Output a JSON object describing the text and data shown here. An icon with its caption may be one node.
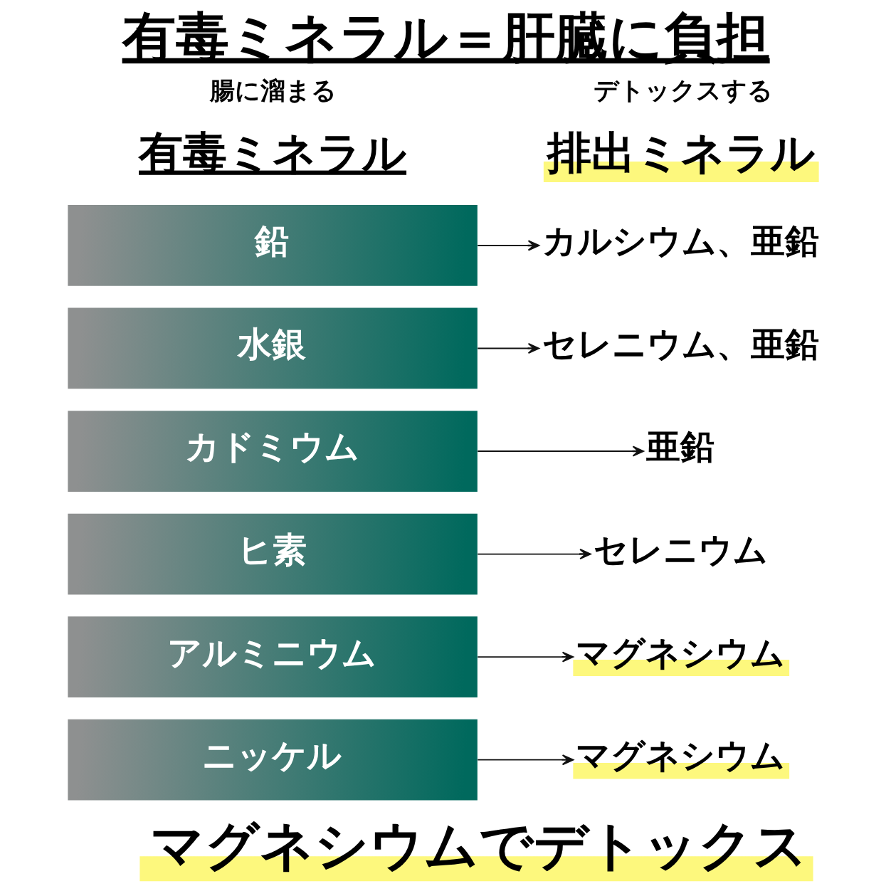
{
  "diagram": {
    "title": "有毒ミネラル＝肝臓に負担",
    "caption": "マグネシウムでデトックス",
    "nodes": [
      {
        "text": [
          "鉛"
        ]
      },
      {
        "text": [
          "カルシウム、亜鉛"
        ]
      },
      {
        "text": [
          "水銀"
        ]
      },
      {
        "text": [
          "セレニウム、亜鉛"
        ]
      },
      {
        "text": [
          "カドミウム"
        ]
      },
      {
        "text": [
          "亜鉛"
        ]
      },
      {
        "text": [
          "ヒ素"
        ]
      },
      {
        "text": [
          "セレニウム"
        ]
      },
      {
        "text": [
          "アルミニウム"
        ]
      },
      {
        "text": [
          "マグネシウム"
        ]
      },
      {
        "text": [
          "ニッケル"
        ]
      },
      {
        "text": [
          "マグネシウム"
        ]
      }
    ],
    "edges": [
      {
        "from": 0,
        "to": 1,
        "arrow": "to"
      },
      {
        "from": 2,
        "to": 3,
        "arrow": "to"
      },
      {
        "from": 4,
        "to": 5,
        "arrow": "to"
      },
      {
        "from": 6,
        "to": 7,
        "arrow": "to"
      },
      {
        "from": 8,
        "to": 9,
        "arrow": "to"
      },
      {
        "from": 10,
        "to": 11,
        "arrow": "to"
      }
    ],
    "labels": [
      "腸に溜まる",
      "デトックスする",
      "有毒ミネラル",
      "排出ミネラル"
    ]
  }
}
